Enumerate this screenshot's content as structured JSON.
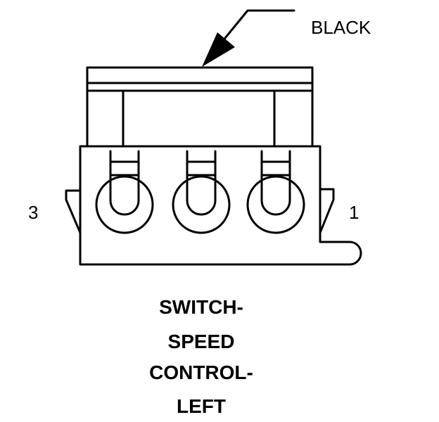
{
  "color_label": "BLACK",
  "pin_left": "3",
  "pin_right": "1",
  "title_lines": [
    "SWITCH-",
    "SPEED",
    "CONTROL-",
    "LEFT"
  ],
  "line_color": "#000000",
  "background_color": "#ffffff"
}
